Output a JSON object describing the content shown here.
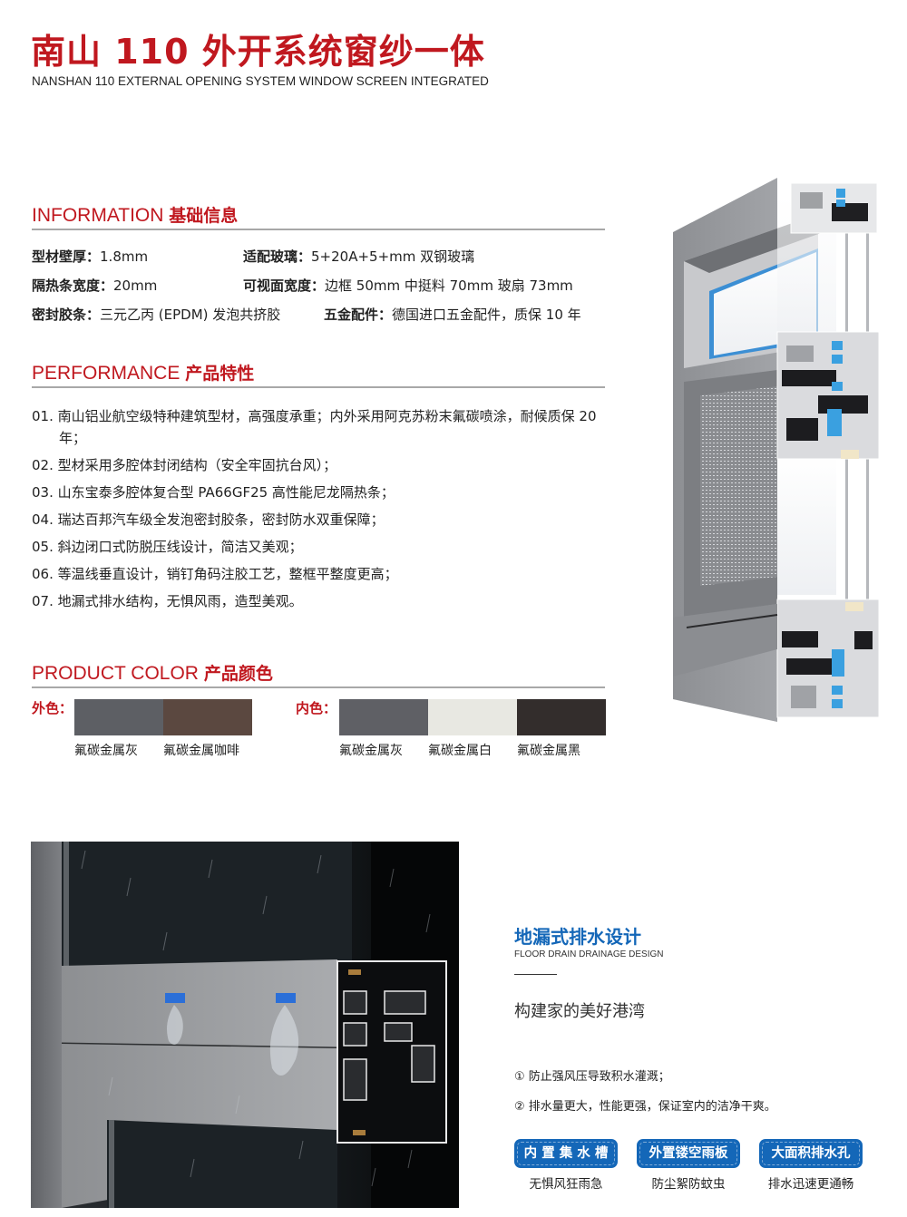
{
  "header": {
    "title_cn": "南山 110 外开系统窗纱一体",
    "title_en": "NANSHAN 110 EXTERNAL OPENING SYSTEM WINDOW SCREEN INTEGRATED"
  },
  "information": {
    "heading_en": "INFORMATION",
    "heading_cn": "基础信息",
    "rows": [
      [
        {
          "key": "型材壁厚：",
          "value": "1.8mm"
        },
        {
          "key": "适配玻璃：",
          "value": "5+20A+5+mm 双钢玻璃"
        }
      ],
      [
        {
          "key": "隔热条宽度：",
          "value": "20mm"
        },
        {
          "key": "可视面宽度：",
          "value": "边框 50mm  中挺料 70mm  玻扇 73mm"
        }
      ],
      [
        {
          "key": "密封胶条：",
          "value": "三元乙丙 (EPDM) 发泡共挤胶"
        },
        {
          "key": "五金配件：",
          "value": "德国进口五金配件，质保 10 年"
        }
      ]
    ]
  },
  "performance": {
    "heading_en": "PERFORMANCE",
    "heading_cn": "产品特性",
    "items": [
      "01. 南山铝业航空级特种建筑型材，高强度承重；内外采用阿克苏粉末氟碳喷涂，耐候质保 20 年；",
      "02. 型材采用多腔体封闭结构（安全牢固抗台风）；",
      "03. 山东宝泰多腔体复合型 PA66GF25 高性能尼龙隔热条；",
      "04. 瑞达百邦汽车级全发泡密封胶条，密封防水双重保障；",
      "05. 斜边闭口式防脱压线设计，简洁又美观；",
      "06. 等温线垂直设计，销钉角码注胶工艺，整框平整度更高；",
      "07. 地漏式排水结构，无惧风雨，造型美观。"
    ]
  },
  "product_color": {
    "heading_en": "PRODUCT COLOR",
    "heading_cn": "产品颜色",
    "outer": {
      "label": "外色：",
      "swatches": [
        {
          "name": "氟碳金属灰",
          "color": "#5d5f64"
        },
        {
          "name": "氟碳金属咖啡",
          "color": "#5b4840"
        }
      ]
    },
    "inner": {
      "label": "内色：",
      "swatches": [
        {
          "name": "氟碳金属灰",
          "color": "#5f6065"
        },
        {
          "name": "氟碳金属白",
          "color": "#e8e8e2"
        },
        {
          "name": "氟碳金属黑",
          "color": "#332d2c"
        }
      ]
    }
  },
  "drainage": {
    "title_cn": "地漏式排水设计",
    "title_en": "FLOOR DRAIN DRAINAGE DESIGN",
    "slogan": "构建家的美好港湾",
    "points": [
      "① 防止强风压导致积水灌溉；",
      "② 排水量更大，性能更强，保证室内的洁净干爽。"
    ],
    "badges": [
      {
        "label": "内 置 集 水 槽",
        "caption": "无惧风狂雨急"
      },
      {
        "label": "外置镂空雨板",
        "caption": "防尘絮防蚊虫"
      },
      {
        "label": "大面积排水孔",
        "caption": "排水迅速更通畅"
      }
    ]
  },
  "colors": {
    "brand_red": "#c0181f",
    "accent_blue": "#1467b8"
  }
}
